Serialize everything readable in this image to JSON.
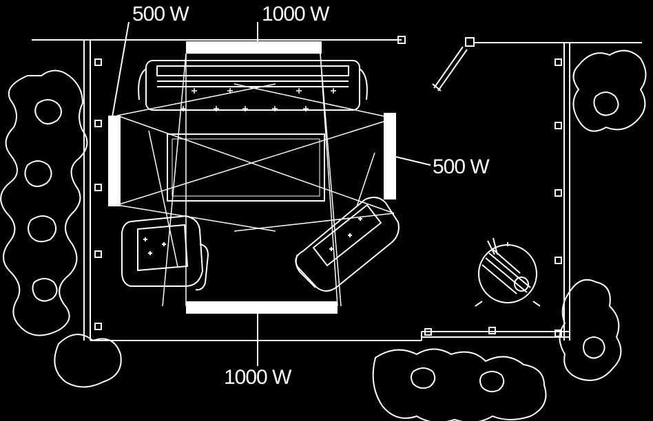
{
  "labels": {
    "top_left_lamp": "500 W",
    "top_center_lamp": "1000 W",
    "right_lamp": "500 W",
    "bottom_lamp": "1000 W"
  },
  "colors": {
    "background": "#000000",
    "line": "#ffffff"
  }
}
